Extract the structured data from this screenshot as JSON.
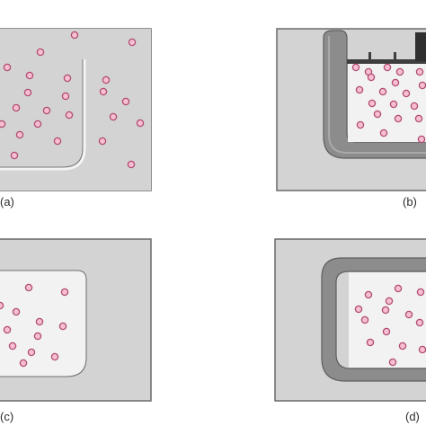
{
  "panels": [
    {
      "id": "a",
      "label": "(a)",
      "particle_count": 23
    },
    {
      "id": "b",
      "label": "(b)",
      "particle_count": 20
    },
    {
      "id": "c",
      "label": "(c)",
      "particle_count": 12
    },
    {
      "id": "d",
      "label": "(d)",
      "particle_count": 14
    }
  ],
  "colors": {
    "container": "#d3d3d3",
    "container_border": "#6a6a6a",
    "liquid": "#f2f2f2",
    "wall": "#8c8c8c",
    "wall_dark": "#5e5e5e",
    "particle_fill": "#f7bfd1",
    "particle_stroke": "#b04c73",
    "label_text": "#2a2a2a"
  }
}
